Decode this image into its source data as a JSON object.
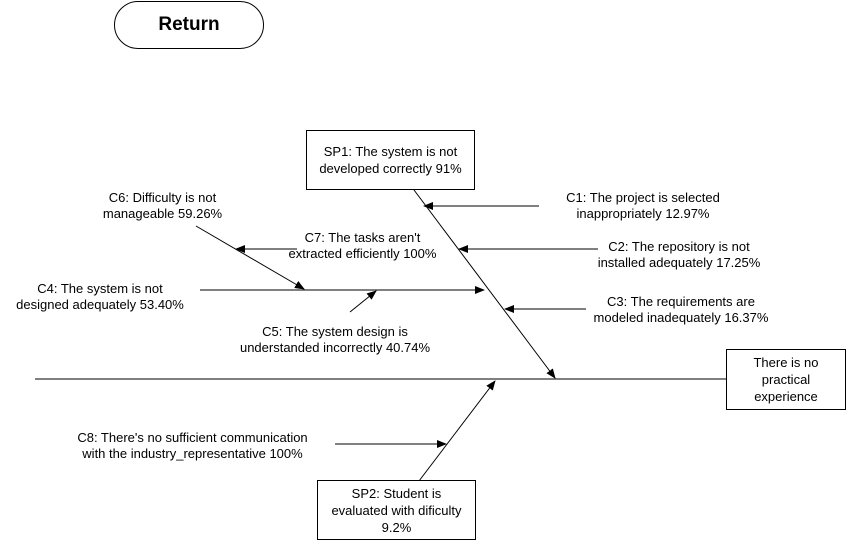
{
  "return_button": {
    "label": "Return"
  },
  "problem": {
    "text": "There is no\npractical\nexperience"
  },
  "sub_problems": {
    "sp1": "SP1: The system is not\ndeveloped correctly 91%",
    "sp2": "SP2: Student is\nevaluated with dificulty\n9.2%"
  },
  "causes": {
    "c1": "C1: The project is selected\ninappropriately 12.97%",
    "c2": "C2: The repository is not\ninstalled adequately 17.25%",
    "c3": "C3: The requirements are\nmodeled inadequately 16.37%",
    "c4": "C4: The system is not\ndesigned adequately 53.40%",
    "c5": "C5: The system design is\nunderstanded incorrectly 40.74%",
    "c6": "C6: Difficulty is not\nmanageable 59.26%",
    "c7": "C7: The tasks aren't\nextracted efficiently 100%",
    "c8": "C8: There's no sufficient communication\nwith the industry_representative 100%"
  }
}
